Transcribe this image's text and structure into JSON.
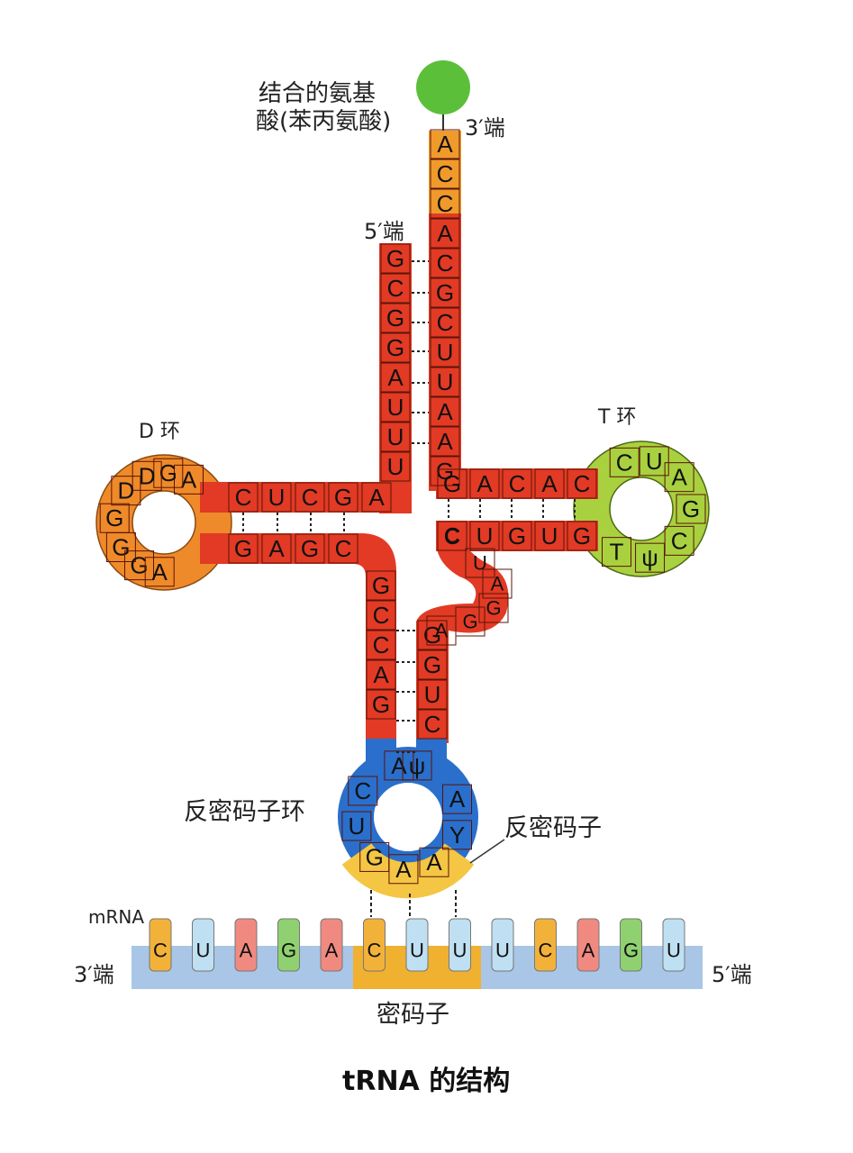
{
  "labels": {
    "amino_acid_line1": "结合的氨基",
    "amino_acid_line2": "酸(苯丙氨酸)",
    "three_prime_top": "3′端",
    "five_prime_top": "5′端",
    "d_loop": "D 环",
    "t_loop": "T 环",
    "anticodon_loop": "反密码子环",
    "anticodon": "反密码子",
    "mrna": "mRNA",
    "three_prime_mrna": "3′端",
    "five_prime_mrna": "5′端",
    "codon": "密码子",
    "caption": "tRNA 的结构"
  },
  "colors": {
    "stem": "#e23a24",
    "stem_dark": "#b42a1a",
    "d_loop": "#ef8a2a",
    "t_loop": "#a9d13f",
    "anticodon_loop": "#2a6fcc",
    "anticodon": "#f4c644",
    "acceptor_end": "#f09a2c",
    "amino_acid": "#5cbf3a",
    "mrna_strip": "#a9c6e6",
    "codon_box": "#f0b030"
  },
  "strand": {
    "acceptor_3prime": [
      "A",
      "C",
      "C",
      "A",
      "C",
      "G",
      "C",
      "U",
      "U",
      "A",
      "A",
      "G"
    ],
    "acceptor_5prime": [
      "G",
      "C",
      "G",
      "G",
      "A",
      "U",
      "U",
      "U"
    ],
    "d_stem_top": [
      "C",
      "U",
      "C",
      "G",
      "A"
    ],
    "d_loop": [
      "A",
      "G",
      "D",
      "D",
      "G",
      "G",
      "G",
      "A"
    ],
    "d_stem_bottom": [
      "G",
      "A",
      "G",
      "C"
    ],
    "anticodon_stem_left": [
      "G",
      "C",
      "C",
      "A",
      "G"
    ],
    "anticodon_stem_right": [
      "G",
      "G",
      "U",
      "C"
    ],
    "anticodon_loop": [
      "A",
      "C",
      "U",
      "G",
      "A",
      "A",
      "Y",
      "A",
      "ψ"
    ],
    "variable": [
      "C",
      "U",
      "A",
      "G",
      "G",
      "A"
    ],
    "t_stem_top": [
      "G",
      "A",
      "C",
      "A",
      "C"
    ],
    "t_stem_bottom": [
      "C",
      "U",
      "G",
      "U",
      "G"
    ],
    "t_loop": [
      "C",
      "U",
      "A",
      "G",
      "C",
      "ψ",
      "T"
    ]
  },
  "mrna_bases": [
    {
      "b": "C",
      "color": "#f2b23a"
    },
    {
      "b": "U",
      "color": "#bfe0f2"
    },
    {
      "b": "A",
      "color": "#f08a80"
    },
    {
      "b": "G",
      "color": "#8fd070"
    },
    {
      "b": "A",
      "color": "#f08a80"
    },
    {
      "b": "C",
      "color": "#f2b23a"
    },
    {
      "b": "U",
      "color": "#bfe0f2"
    },
    {
      "b": "U",
      "color": "#bfe0f2"
    },
    {
      "b": "U",
      "color": "#bfe0f2"
    },
    {
      "b": "C",
      "color": "#f2b23a"
    },
    {
      "b": "A",
      "color": "#f08a80"
    },
    {
      "b": "G",
      "color": "#8fd070"
    },
    {
      "b": "U",
      "color": "#bfe0f2"
    }
  ]
}
